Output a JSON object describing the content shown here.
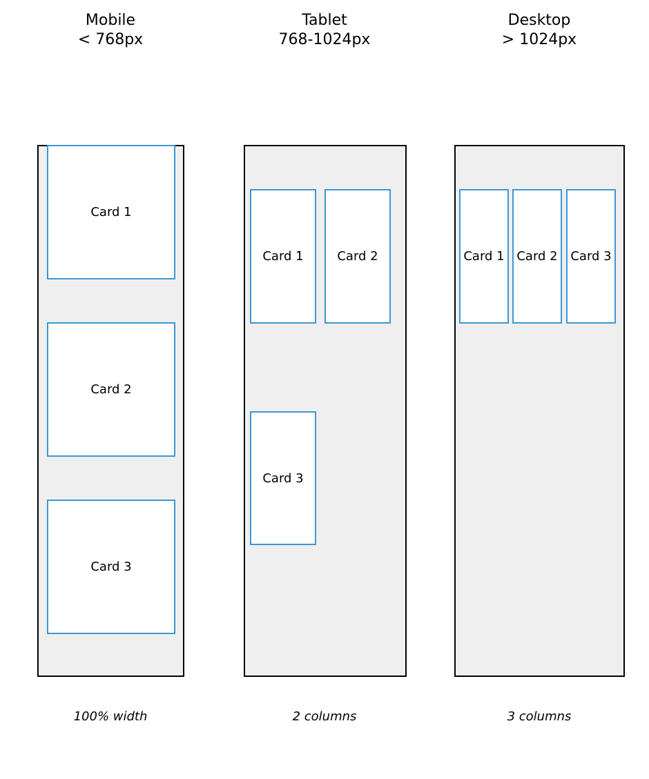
{
  "columns": [
    {
      "name": "Mobile",
      "range": "< 768px",
      "cards": [
        "Card 1",
        "Card 2",
        "Card 3"
      ],
      "caption": "100% width"
    },
    {
      "name": "Tablet",
      "range": "768-1024px",
      "cards": [
        "Card 1",
        "Card 2",
        "Card 3"
      ],
      "caption": "2 columns"
    },
    {
      "name": "Desktop",
      "range": "> 1024px",
      "cards": [
        "Card 1",
        "Card 2",
        "Card 3"
      ],
      "caption": "3 columns"
    }
  ],
  "colors": {
    "card_border": "#3a97d4",
    "frame_fill": "#efefef",
    "frame_border": "#000000"
  }
}
